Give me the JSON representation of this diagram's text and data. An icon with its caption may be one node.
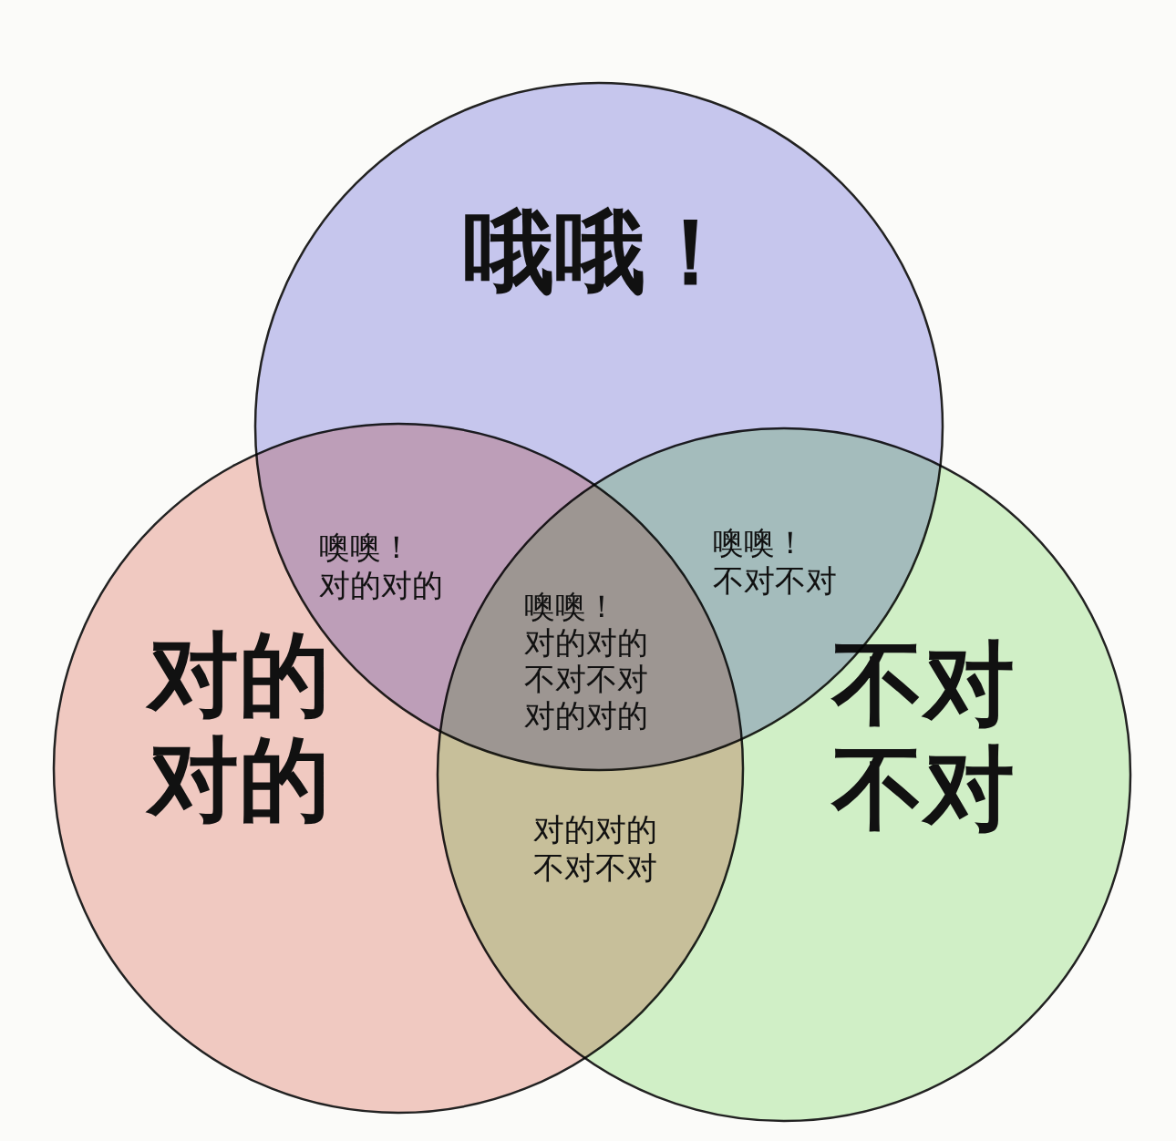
{
  "diagram": {
    "nodes": [
      {
        "text": [
          "哦哦！"
        ]
      },
      {
        "text": [
          "对的对的"
        ]
      },
      {
        "text": [
          "不对不对"
        ]
      }
    ],
    "labels": [
      "噢噢！",
      "对的对的",
      "噢噢！",
      "不对不对",
      "噢噢！",
      "对的对的",
      "不对不对",
      "对的对的",
      "对的对的",
      "不对不对"
    ]
  }
}
